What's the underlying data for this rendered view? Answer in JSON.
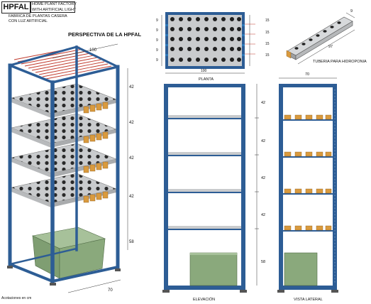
{
  "header": {
    "logo": "HPFAL",
    "line1": "HOME PLANT FACTORY",
    "line2": "WITH ARTIFICIAL LIGHT",
    "sub1": "FABRICA DE PLANTAS CASERA",
    "sub2": "CON LUZ ARTIFICIAL"
  },
  "perspective": {
    "title": "PERSPECTIVA DE LA HPFAL",
    "width_dim": "100",
    "depth_dim": "70",
    "shelf_dims": [
      "42",
      "42",
      "42",
      "42"
    ],
    "base_dim": "58"
  },
  "plan": {
    "label": "PLANTA",
    "width_dim": "100",
    "left_dims": [
      "9",
      "9",
      "9",
      "9",
      "9"
    ],
    "right_dims": [
      "15",
      "15",
      "15",
      "15"
    ]
  },
  "pipe": {
    "label": "TUBERIA PARA HIDROPONIA",
    "length_dim": "97",
    "section_dim": "9"
  },
  "elevation": {
    "label": "ELEVACIÓN",
    "dims": [
      "42",
      "42",
      "42",
      "42",
      "58"
    ]
  },
  "side": {
    "label": "VISTA LATERAL",
    "depth_dim": "70"
  },
  "footer": {
    "units": "Acotaciones en cm"
  },
  "colors": {
    "frame_blue": "#2d5d95",
    "plant_green": "#8aa97c",
    "cup_orange": "#d99a3e",
    "pipe_gray": "#c9cbcd",
    "light_red": "#c0392b"
  }
}
